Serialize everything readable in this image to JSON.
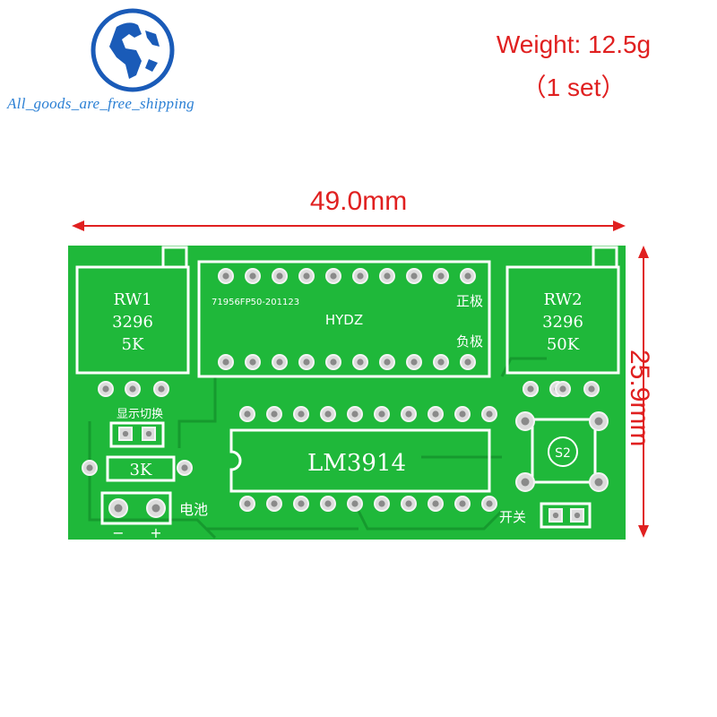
{
  "logo": {
    "icon": "globe-icon",
    "caption": "All_goods_are_free_shipping"
  },
  "weight": {
    "line1": "Weight: 12.5g",
    "line2": "（1 set）"
  },
  "dimensions": {
    "width": "49.0mm",
    "height": "25.9mm"
  },
  "board": {
    "rw1": {
      "name": "RW1",
      "code": "3296",
      "value": "5K"
    },
    "rw2": {
      "name": "RW2",
      "code": "3296",
      "value": "50K"
    },
    "serial": "71956FP50-201123",
    "brand": "HYDZ",
    "positive_label": "正极",
    "negative_label": "负极",
    "display_switch_label": "显示切换",
    "resistor_label": "3K",
    "chip_label": "LM3914",
    "battery_label": "电池",
    "minus_sign": "−",
    "plus_sign": "+",
    "switch_label": "开关",
    "button_label": "S2"
  },
  "colors": {
    "accent": "#e02020",
    "board": "#1fb83a",
    "logo": "#2a7fd4"
  }
}
